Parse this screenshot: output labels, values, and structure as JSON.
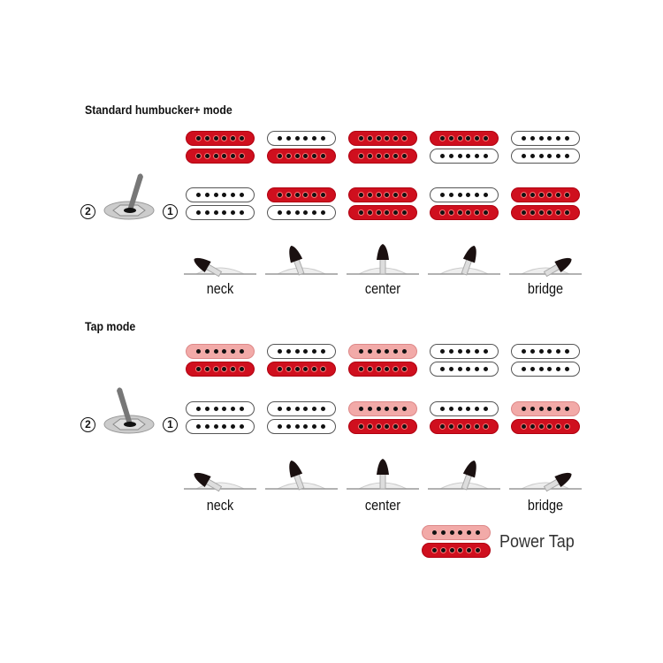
{
  "colors": {
    "red": "#cf0f1e",
    "pink": "#f2aaa8",
    "white": "#ffffff"
  },
  "modes": [
    {
      "title": "Standard humbucker+ mode",
      "switch_position": "1",
      "columns": [
        {
          "top": [
            "r",
            "r"
          ],
          "bottom": [
            "w",
            "w"
          ]
        },
        {
          "top": [
            "w",
            "r"
          ],
          "bottom": [
            "r",
            "w"
          ]
        },
        {
          "top": [
            "r",
            "r"
          ],
          "bottom": [
            "r",
            "r"
          ]
        },
        {
          "top": [
            "r",
            "w"
          ],
          "bottom": [
            "w",
            "r"
          ]
        },
        {
          "top": [
            "w",
            "w"
          ],
          "bottom": [
            "r",
            "r"
          ]
        }
      ]
    },
    {
      "title": "Tap mode",
      "switch_position": "2",
      "columns": [
        {
          "top": [
            "p",
            "r"
          ],
          "bottom": [
            "w",
            "w"
          ]
        },
        {
          "top": [
            "w",
            "r"
          ],
          "bottom": [
            "w",
            "w"
          ]
        },
        {
          "top": [
            "p",
            "r"
          ],
          "bottom": [
            "p",
            "r"
          ]
        },
        {
          "top": [
            "w",
            "w"
          ],
          "bottom": [
            "w",
            "r"
          ]
        },
        {
          "top": [
            "w",
            "w"
          ],
          "bottom": [
            "p",
            "r"
          ]
        }
      ]
    }
  ],
  "switch_labels": {
    "left": "2",
    "right": "1"
  },
  "position_labels": [
    "neck",
    "",
    "center",
    "",
    "bridge"
  ],
  "selector_angles_deg": [
    -60,
    -20,
    0,
    20,
    60
  ],
  "legend": {
    "label": "Power Tap",
    "coils": [
      "p",
      "r"
    ]
  }
}
